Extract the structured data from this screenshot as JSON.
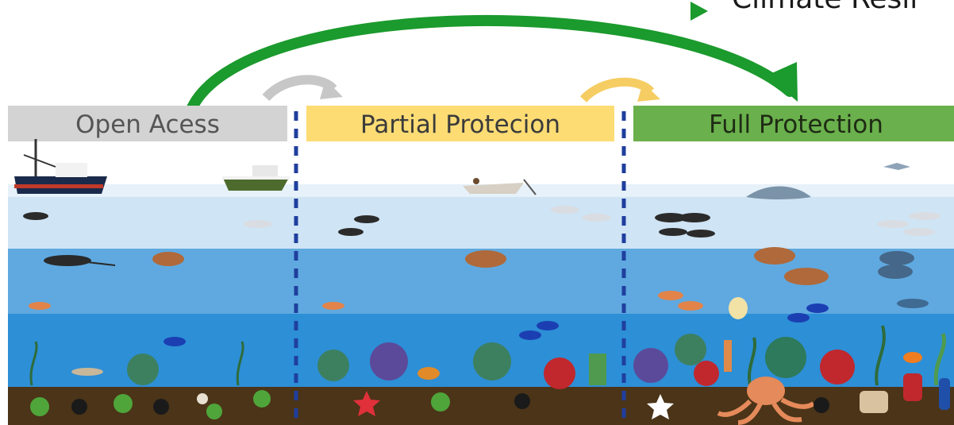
{
  "title": "Climate Resil",
  "zones": [
    {
      "label": "Open Acess",
      "color": "#d3d3d3",
      "text_color": "#555555"
    },
    {
      "label": "Partial Protecion",
      "color": "#fddc74",
      "text_color": "#3b3b3b"
    },
    {
      "label": "Full Protection",
      "color": "#6ab04c",
      "text_color": "#1e2b14"
    }
  ],
  "colors": {
    "sky": "#ffffff",
    "water_top": "#d3e7f5",
    "water_band_1": "#a9d1ee",
    "water_band_2": "#6eb4e6",
    "water_band_3": "#3d9ad9",
    "water_band_4": "#1b86cf",
    "seabed": "#4b3418",
    "divider": "#1f3f9e",
    "big_arrow": "#1b9a2d",
    "small_arrow_1": "#c7c7c7",
    "small_arrow_2": "#f6cd62"
  }
}
